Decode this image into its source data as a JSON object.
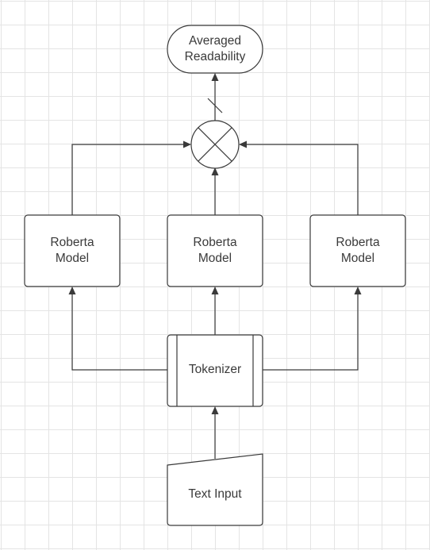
{
  "nodes": {
    "output": {
      "line1": "Averaged",
      "line2": "Readability"
    },
    "combiner": {
      "symbol": "multiply-circle"
    },
    "model_left": {
      "line1": "Roberta",
      "line2": "Model"
    },
    "model_center": {
      "line1": "Roberta",
      "line2": "Model"
    },
    "model_right": {
      "line1": "Roberta",
      "line2": "Model"
    },
    "tokenizer": {
      "label": "Tokenizer"
    },
    "input": {
      "label": "Text Input"
    }
  },
  "colors": {
    "stroke": "#3a3a3a",
    "grid": "#e4e4e4",
    "background": "#ffffff"
  }
}
